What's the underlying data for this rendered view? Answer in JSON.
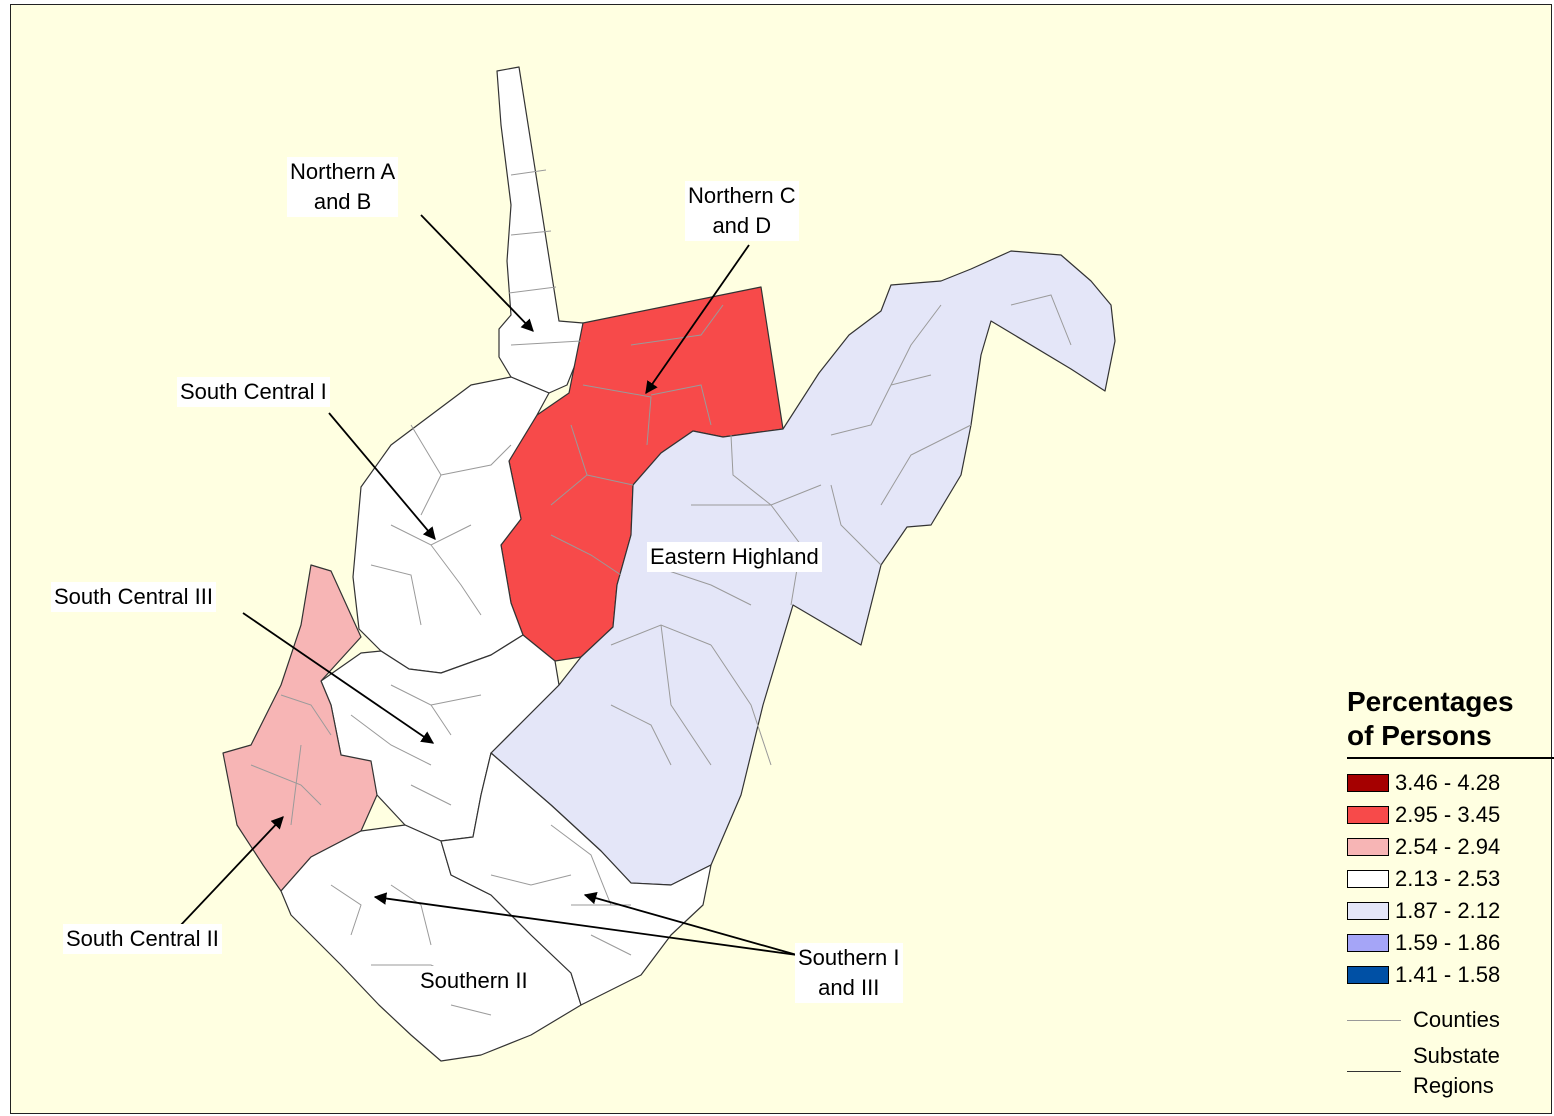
{
  "regions": [
    {
      "key": "northern_ab",
      "label": "Northern A\nand B",
      "color": "#ffffff"
    },
    {
      "key": "northern_cd",
      "label": "Northern C\nand D",
      "color": "#f74a4a"
    },
    {
      "key": "south_central_i",
      "label": "South Central I",
      "color": "#ffffff"
    },
    {
      "key": "south_central_ii",
      "label": "South Central II",
      "color": "#f7b5b5"
    },
    {
      "key": "south_central_iii",
      "label": "South Central III",
      "color": "#ffffff"
    },
    {
      "key": "eastern_highland",
      "label": "Eastern Highland",
      "color": "#e4e6f8"
    },
    {
      "key": "southern_ii",
      "label": "Southern II",
      "color": "#ffffff"
    },
    {
      "key": "southern_i_iii",
      "label": "Southern I\nand III",
      "color": "#ffffff"
    }
  ],
  "legend": {
    "title": "Percentages\nof Persons",
    "classes": [
      {
        "range": "3.46 - 4.28",
        "color": "#a50000"
      },
      {
        "range": "2.95 - 3.45",
        "color": "#f74a4a"
      },
      {
        "range": "2.54 - 2.94",
        "color": "#f7b5b5"
      },
      {
        "range": "2.13 - 2.53",
        "color": "#ffffff"
      },
      {
        "range": "1.87 - 2.12",
        "color": "#e4e6f8"
      },
      {
        "range": "1.59 - 1.86",
        "color": "#a5a5f7"
      },
      {
        "range": "1.41 - 1.58",
        "color": "#0050a5"
      }
    ],
    "lines": [
      {
        "label": "Counties"
      },
      {
        "label": "Substate\nRegions"
      }
    ]
  },
  "colors": {
    "background": "#ffffe1",
    "county_border": "#9a9a9a",
    "region_border": "#333333"
  }
}
